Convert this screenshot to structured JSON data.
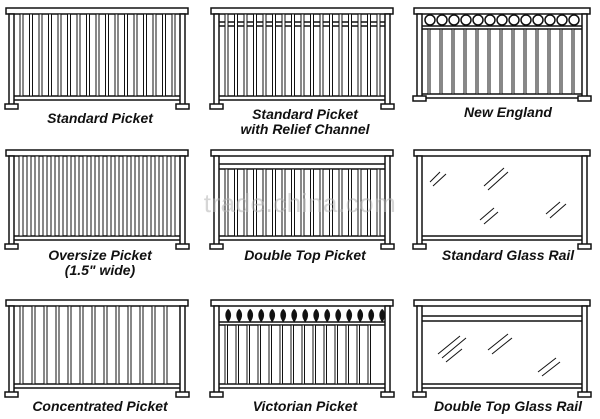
{
  "watermark": "trade.china.com",
  "colors": {
    "line": "#111111",
    "background": "#ffffff",
    "watermark": "#b4b4b4"
  },
  "rails": [
    {
      "id": "standard-picket",
      "lines": [
        "Standard Picket"
      ]
    },
    {
      "id": "standard-picket-relief",
      "lines": [
        "Standard Picket",
        "with Relief Channel"
      ]
    },
    {
      "id": "new-england",
      "lines": [
        "New England"
      ]
    },
    {
      "id": "oversize-picket",
      "lines": [
        "Oversize Picket",
        "(1.5\" wide)"
      ]
    },
    {
      "id": "double-top-picket",
      "lines": [
        "Double Top Picket"
      ]
    },
    {
      "id": "standard-glass-rail",
      "lines": [
        "Standard Glass Rail"
      ]
    },
    {
      "id": "concentrated-picket",
      "lines": [
        "Concentrated Picket"
      ]
    },
    {
      "id": "victorian-picket",
      "lines": [
        "Victorian Picket"
      ]
    },
    {
      "id": "double-top-glass-rail",
      "lines": [
        "Double Top Glass Rail"
      ]
    }
  ]
}
